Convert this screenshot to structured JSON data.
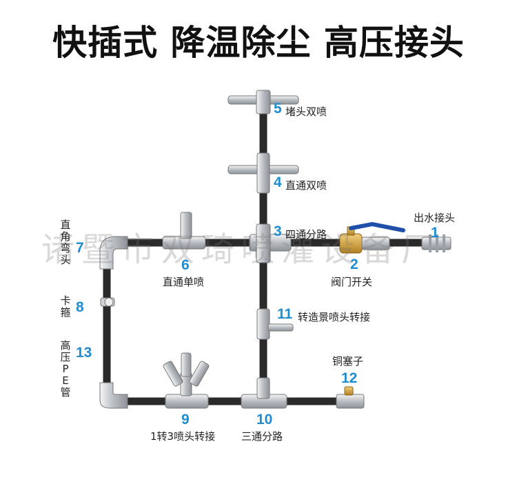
{
  "title": "快插式 降温除尘 高压接头",
  "watermark": "诸暨市双琦喷灌设备厂",
  "colors": {
    "number": "#1e8ccf",
    "pipe": "#2a2a2a",
    "fitting": "#cfd2d6",
    "brass": "#d9a441",
    "valve_handle": "#1f4fa8"
  },
  "parts": [
    {
      "num": "1",
      "label": "出水接头"
    },
    {
      "num": "2",
      "label": "阀门开关"
    },
    {
      "num": "3",
      "label": "四通分路"
    },
    {
      "num": "4",
      "label": "直通双喷"
    },
    {
      "num": "5",
      "label": "堵头双喷"
    },
    {
      "num": "6",
      "label": "直通单喷"
    },
    {
      "num": "7",
      "label": "直角弯头"
    },
    {
      "num": "8",
      "label": "卡箍"
    },
    {
      "num": "9",
      "label": "1转3喷头转接"
    },
    {
      "num": "10",
      "label": "三通分路"
    },
    {
      "num": "11",
      "label": "转造景喷头转接"
    },
    {
      "num": "12",
      "label": "铜塞子"
    },
    {
      "num": "13",
      "label": "高压PE管"
    }
  ]
}
